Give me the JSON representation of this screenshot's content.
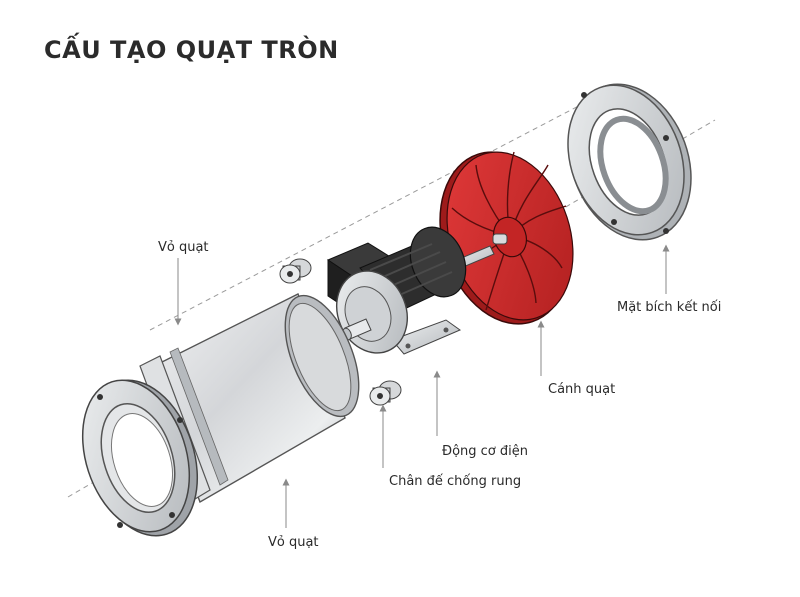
{
  "title": "CẤU TẠO QUẠT TRÒN",
  "labels": {
    "housing_top": "Vỏ quạt",
    "housing_bottom": "Vỏ quạt",
    "anti_vibration_feet": "Chân đế chống rung",
    "motor": "Động cơ điện",
    "impeller": "Cánh quạt",
    "connection_flange": "Mặt bích kết nối"
  },
  "colors": {
    "impeller": "#d42a2a",
    "housing": "#c9ccd0",
    "motor_body": "#2a2a2a",
    "label_text": "#2a2a2a",
    "title_text": "#2b2b2b"
  }
}
